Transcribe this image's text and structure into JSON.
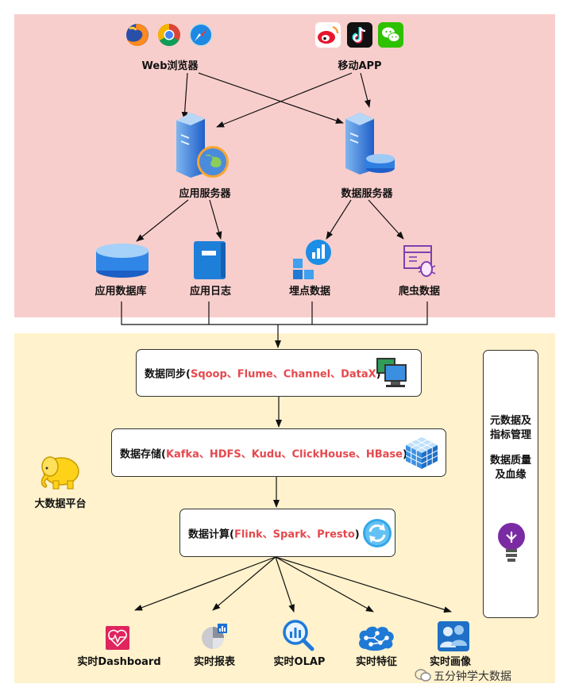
{
  "sources": {
    "web_browser": "Web浏览器",
    "mobile_app": "移动APP"
  },
  "servers": {
    "app_server": "应用服务器",
    "data_server": "数据服务器"
  },
  "data_types": {
    "app_db": "应用数据库",
    "app_log": "应用日志",
    "tracking": "埋点数据",
    "crawler": "爬虫数据"
  },
  "platform": {
    "label": "大数据平台",
    "sync": {
      "label": "数据同步(",
      "tools": "Sqoop、Flume、Channel、DataX",
      "end": ")"
    },
    "storage": {
      "label": "数据存储(",
      "tools": "Kafka、HDFS、Kudu、ClickHouse、HBase",
      "end": ")"
    },
    "compute": {
      "label": "数据计算(",
      "tools": "Flink、Spark、Presto",
      "end": ")"
    }
  },
  "governance": {
    "line1a": "元数据及",
    "line1b": "指标管理",
    "line2a": "数据质量",
    "line2b": "及血缘"
  },
  "outputs": {
    "dashboard": "实时Dashboard",
    "report": "实时报表",
    "olap": "实时OLAP",
    "feature": "实时特征",
    "portrait": "实时画像"
  },
  "watermark": "五分钟学大数据",
  "colors": {
    "top_bg": "#f8cecc",
    "bottom_bg": "#fff2cc",
    "highlight": "#e5484d"
  },
  "icons": [
    "firefox-icon",
    "chrome-icon",
    "safari-icon",
    "weibo-icon",
    "tiktok-icon",
    "wechat-icon",
    "server-icon",
    "database-server-icon",
    "database-icon",
    "log-book-icon",
    "chart-icon",
    "crawler-icon",
    "computers-icon",
    "cube-icon",
    "refresh-icon",
    "hadoop-elephant-icon",
    "lightbulb-icon",
    "heartbeat-icon",
    "pie-chart-icon",
    "magnifier-chart-icon",
    "brain-icon",
    "people-icon",
    "wechat-watermark-icon"
  ]
}
